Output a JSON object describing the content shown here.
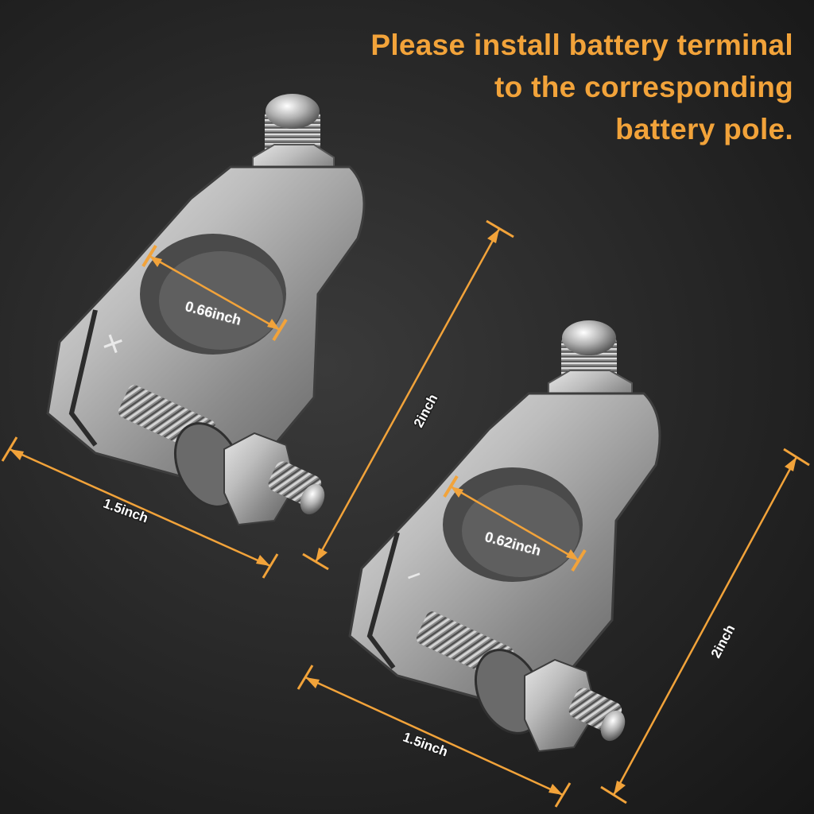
{
  "headline": {
    "lines": [
      "Please install battery terminal",
      "to the corresponding",
      "battery pole."
    ],
    "color": "#f2a33a"
  },
  "terminals": {
    "positive": {
      "symbol": "+",
      "hole_diameter": "0.66inch",
      "width": "1.5inch",
      "height": "2inch"
    },
    "negative": {
      "symbol": "–",
      "hole_diameter": "0.62inch",
      "width": "1.5inch",
      "height": "2inch"
    }
  },
  "colors": {
    "dimension_line": "#f2a33a",
    "background": "#262626",
    "metal": "#bdbdbd"
  }
}
